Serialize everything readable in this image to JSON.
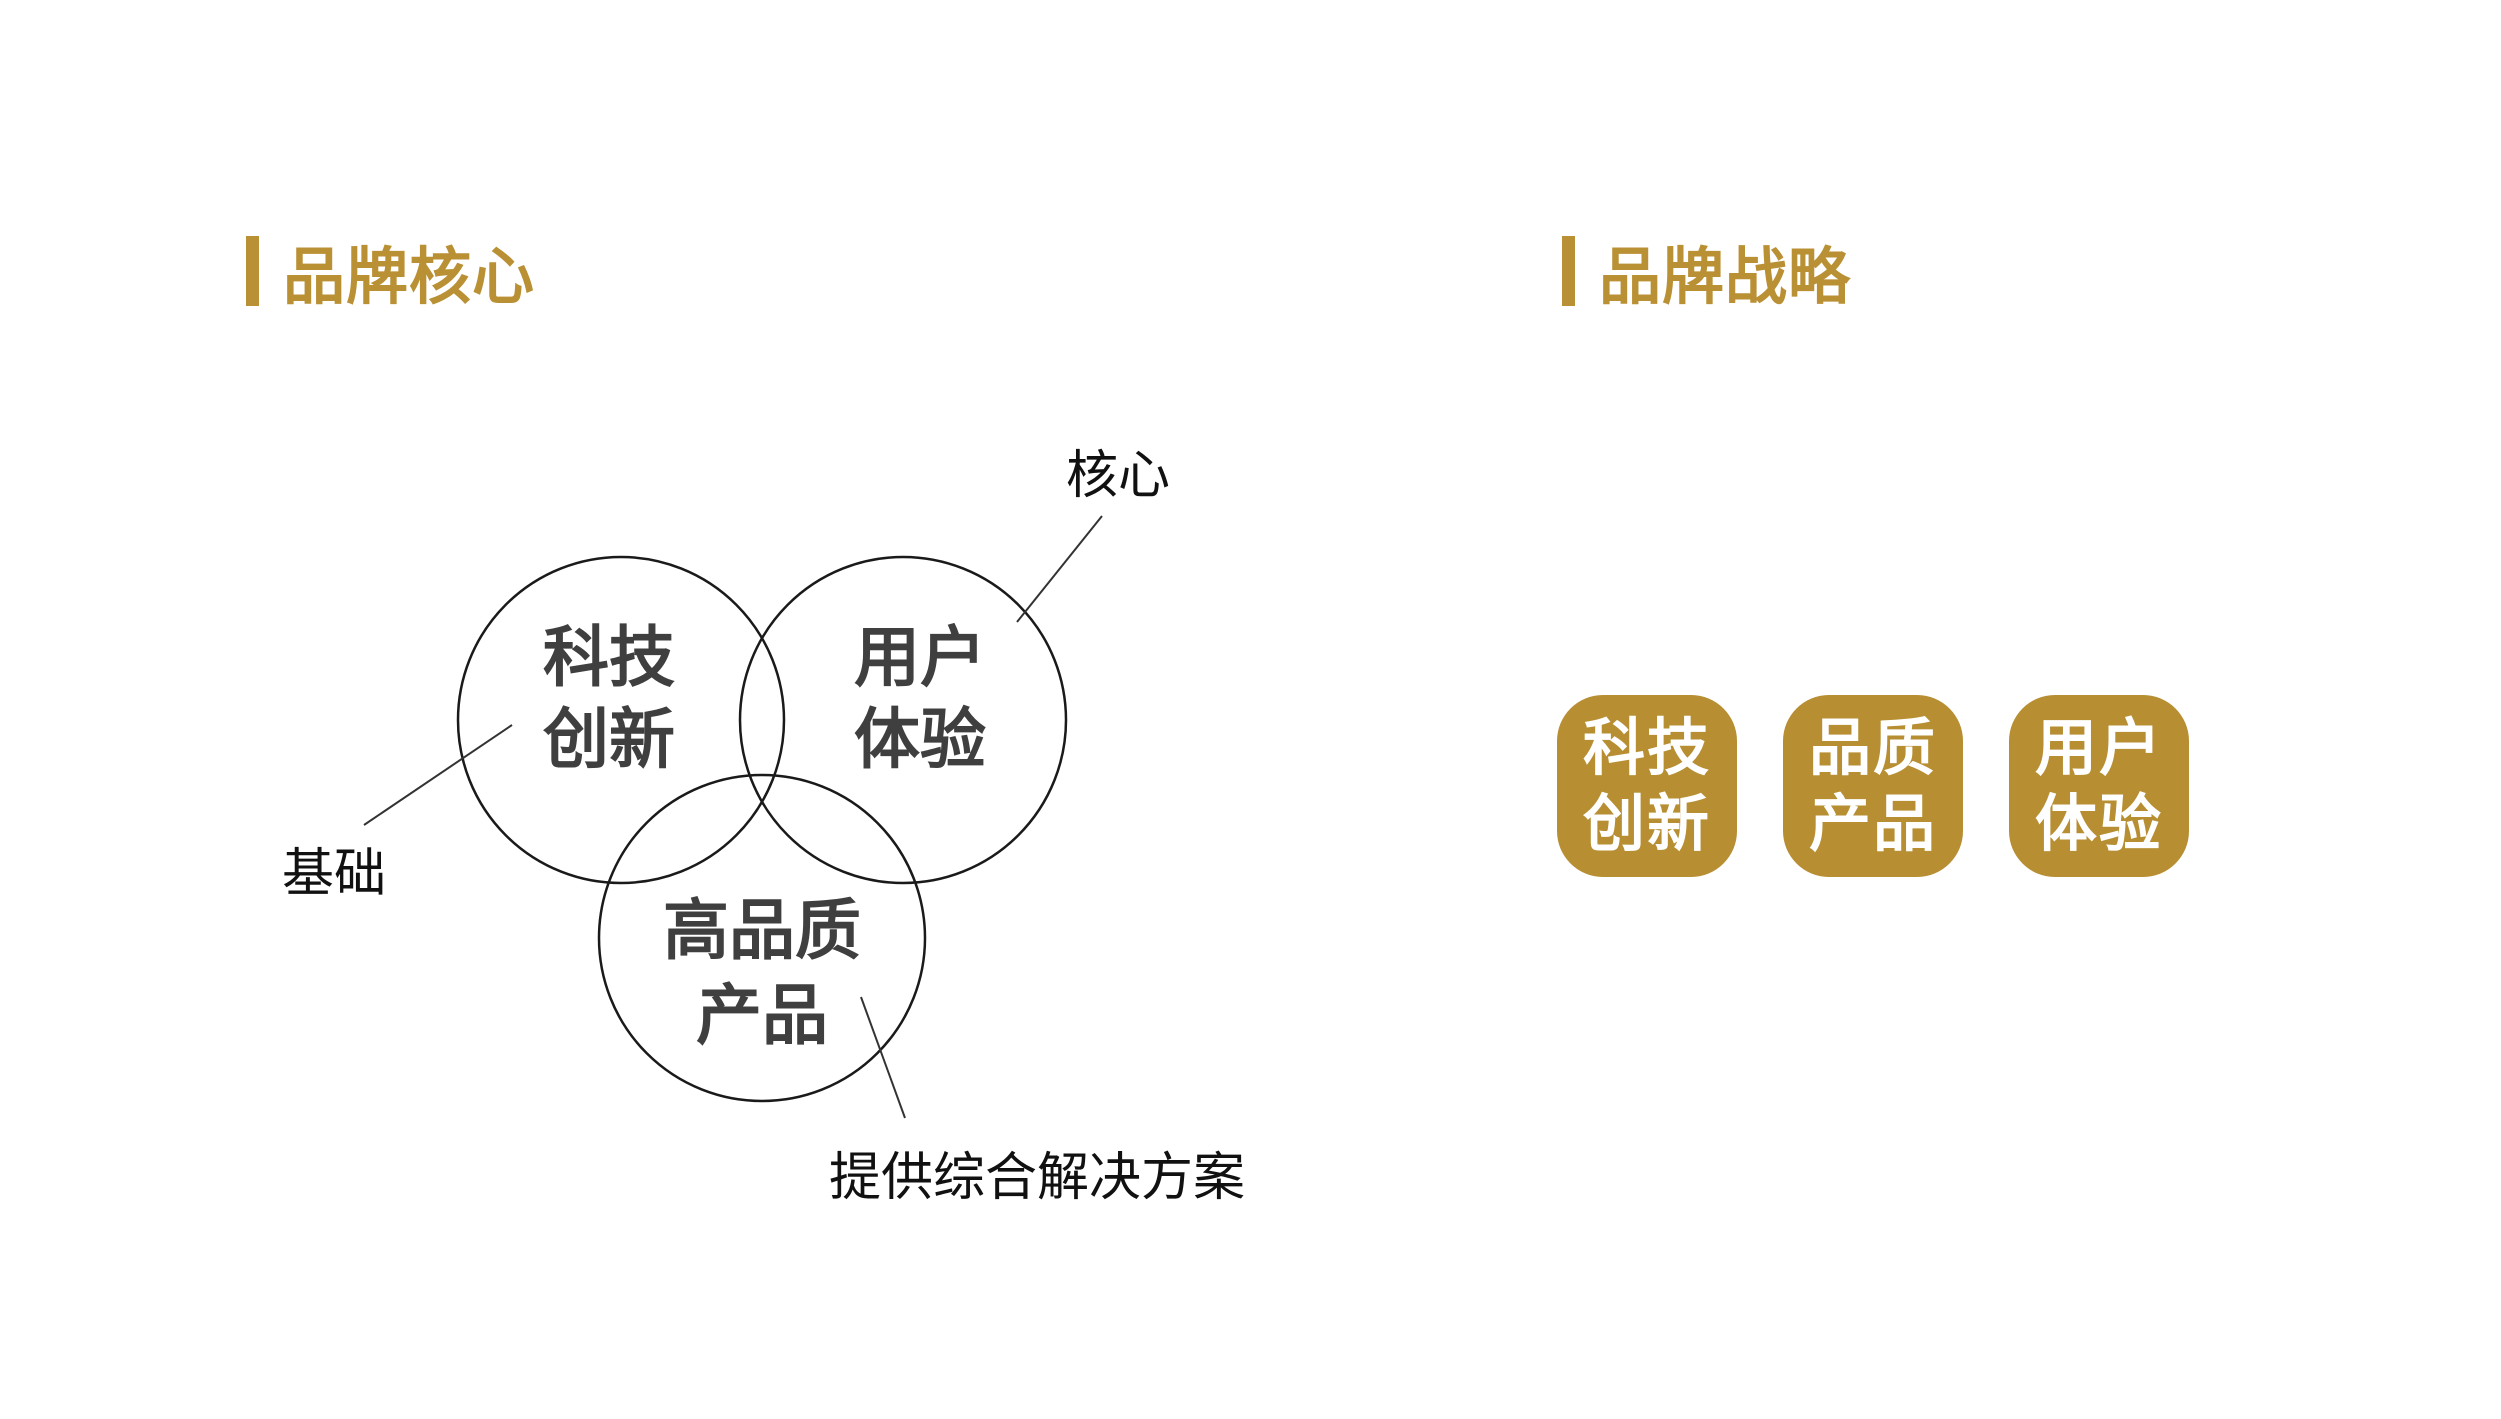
{
  "left_section": {
    "title": "品牌核心",
    "circles": [
      {
        "id": "tech",
        "line1": "科技",
        "line2": "创新"
      },
      {
        "id": "ux",
        "line1": "用户",
        "line2": "体验"
      },
      {
        "id": "quality",
        "line1": "高品质",
        "line2": "产品"
      }
    ],
    "annotations": {
      "core": "核心",
      "foundation": "基础",
      "solution": "提供综合解决方案"
    }
  },
  "right_section": {
    "title": "品牌战略",
    "cards": [
      {
        "line1": "科技",
        "line2": "创新"
      },
      {
        "line1": "品质",
        "line2": "产品"
      },
      {
        "line1": "用户",
        "line2": "体验"
      }
    ]
  },
  "colors": {
    "accent": "#BA9034",
    "card_background": "#B78E32",
    "circle_text": "#3F3F3F",
    "outline": "#1A1A1A"
  }
}
